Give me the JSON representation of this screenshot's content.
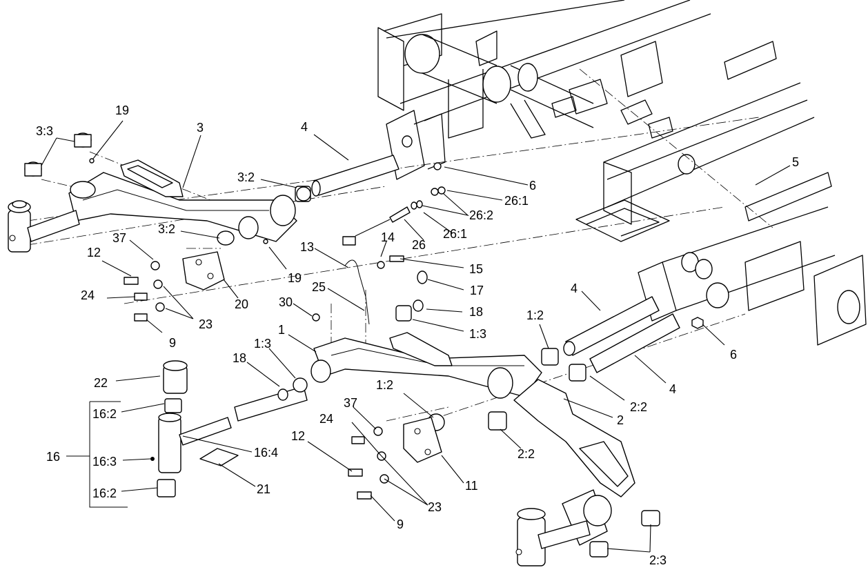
{
  "callouts": {
    "c_3_3": "3:3",
    "c_19_top": "19",
    "c_3_top": "3",
    "c_4_top": "4",
    "c_3_2_a": "3:2",
    "c_6_top": "6",
    "c_5": "5",
    "c_26_1_a": "26:1",
    "c_26_2": "26:2",
    "c_26_1_b": "26:1",
    "c_26": "26",
    "c_3_2_b": "3:2",
    "c_37_top": "37",
    "c_12_top": "12",
    "c_13": "13",
    "c_14": "14",
    "c_15": "15",
    "c_19_mid": "19",
    "c_24_top": "24",
    "c_25": "25",
    "c_17": "17",
    "c_20": "20",
    "c_30": "30",
    "c_18_mid": "18",
    "c_23_top": "23",
    "c_1_3_mid": "1:3",
    "c_9_top": "9",
    "c_1": "1",
    "c_4_mid": "4",
    "c_1_2_top": "1:2",
    "c_6_right": "6",
    "c_18_left": "18",
    "c_1_3_left": "1:3",
    "c_22": "22",
    "c_4_right": "4",
    "c_2_2_a": "2:2",
    "c_1_2_bottom": "1:2",
    "c_16_2_a": "16:2",
    "c_37_bottom": "37",
    "c_24_bottom": "24",
    "c_2": "2",
    "c_16": "16",
    "c_16_3": "16:3",
    "c_16_4": "16:4",
    "c_12_bottom": "12",
    "c_2_2_b": "2:2",
    "c_11": "11",
    "c_21": "21",
    "c_16_2_b": "16:2",
    "c_23_bottom": "23",
    "c_9_bottom": "9",
    "c_2_3": "2:3"
  }
}
